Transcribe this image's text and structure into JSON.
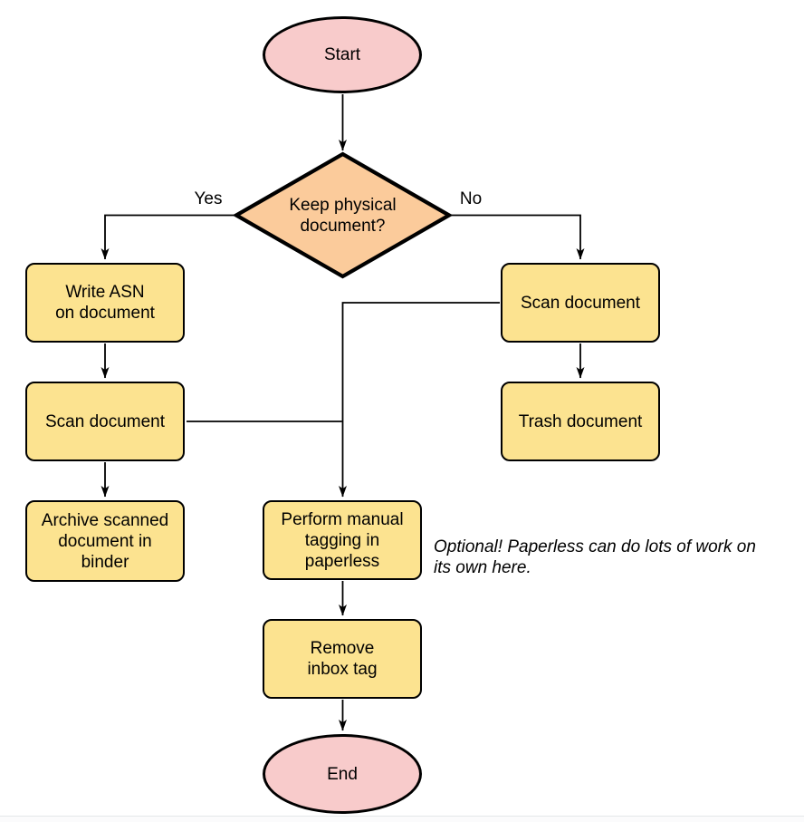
{
  "diagram": {
    "nodes": {
      "start": {
        "label": "Start",
        "type": "terminal"
      },
      "decision": {
        "label": "Keep physical\ndocument?",
        "type": "decision"
      },
      "write_asn": {
        "label": "Write ASN\non document",
        "type": "process"
      },
      "scan_left": {
        "label": "Scan document",
        "type": "process"
      },
      "archive": {
        "label": "Archive scanned\ndocument in\nbinder",
        "type": "process"
      },
      "scan_right": {
        "label": "Scan document",
        "type": "process"
      },
      "trash": {
        "label": "Trash document",
        "type": "process"
      },
      "tagging": {
        "label": "Perform manual\ntagging in\npaperless",
        "type": "process"
      },
      "remove_inbox": {
        "label": "Remove\ninbox tag",
        "type": "process"
      },
      "end": {
        "label": "End",
        "type": "terminal"
      }
    },
    "edge_labels": {
      "yes": "Yes",
      "no": "No"
    },
    "annotation": "Optional! Paperless can do lots of work on\nits own here.",
    "colors": {
      "terminal_fill": "#F8CBCB",
      "decision_fill": "#FBCB9B",
      "process_fill": "#FCE390",
      "stroke": "#000000"
    }
  }
}
